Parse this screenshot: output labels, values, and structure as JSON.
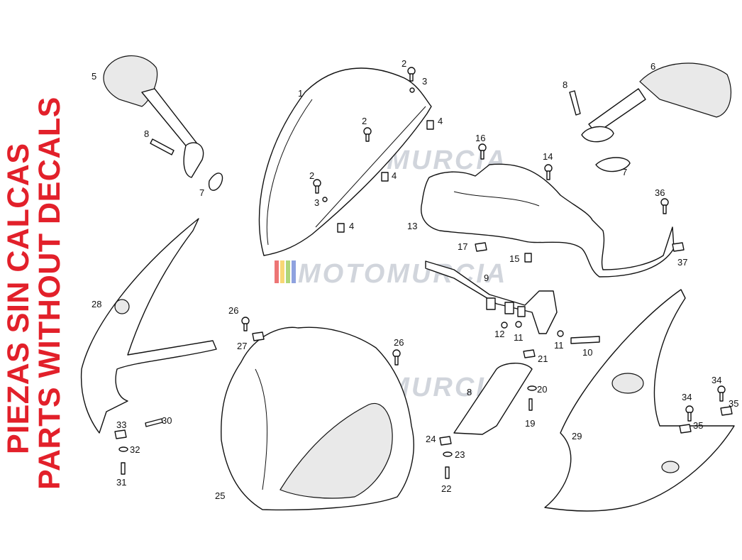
{
  "side_labels": {
    "line1": "PIEZAS SIN CALCAS",
    "line2": "PARTS WITHOUT DECALS",
    "color": "#e2202a"
  },
  "watermark": {
    "text": "MOTOMURCIA",
    "stripe_colors": [
      "#e53b3b",
      "#f3c63b",
      "#8cc540",
      "#5f7bd1"
    ]
  },
  "callouts": [
    "1",
    "2",
    "3",
    "2",
    "4",
    "2",
    "3",
    "4",
    "4",
    "5",
    "6",
    "7",
    "7",
    "8",
    "8",
    "9",
    "10",
    "11",
    "11",
    "12",
    "13",
    "14",
    "15",
    "16",
    "17",
    "19",
    "20",
    "21",
    "22",
    "23",
    "24",
    "25",
    "26",
    "26",
    "27",
    "28",
    "29",
    "30",
    "31",
    "32",
    "33",
    "34",
    "34",
    "35",
    "35",
    "36",
    "37",
    "8"
  ]
}
